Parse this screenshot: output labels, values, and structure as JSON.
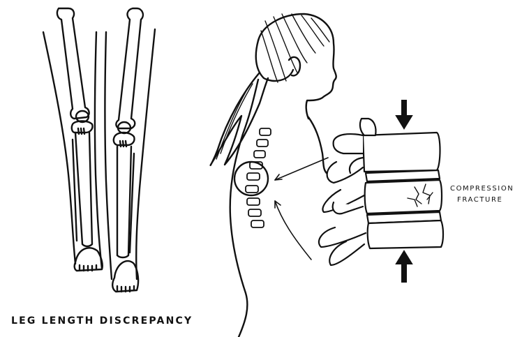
{
  "labels": {
    "leg_length_discrepancy": "LEG LENGTH DISCREPANCY",
    "compression_fracture_line1": "COMPRESSION",
    "compression_fracture_line2": "FRACTURE"
  },
  "colors": {
    "ink": "#111111",
    "background": "#ffffff"
  },
  "icons": [
    "leg-bones-illustration",
    "woman-silhouette",
    "vertebra-illustration",
    "force-arrow-icon"
  ]
}
